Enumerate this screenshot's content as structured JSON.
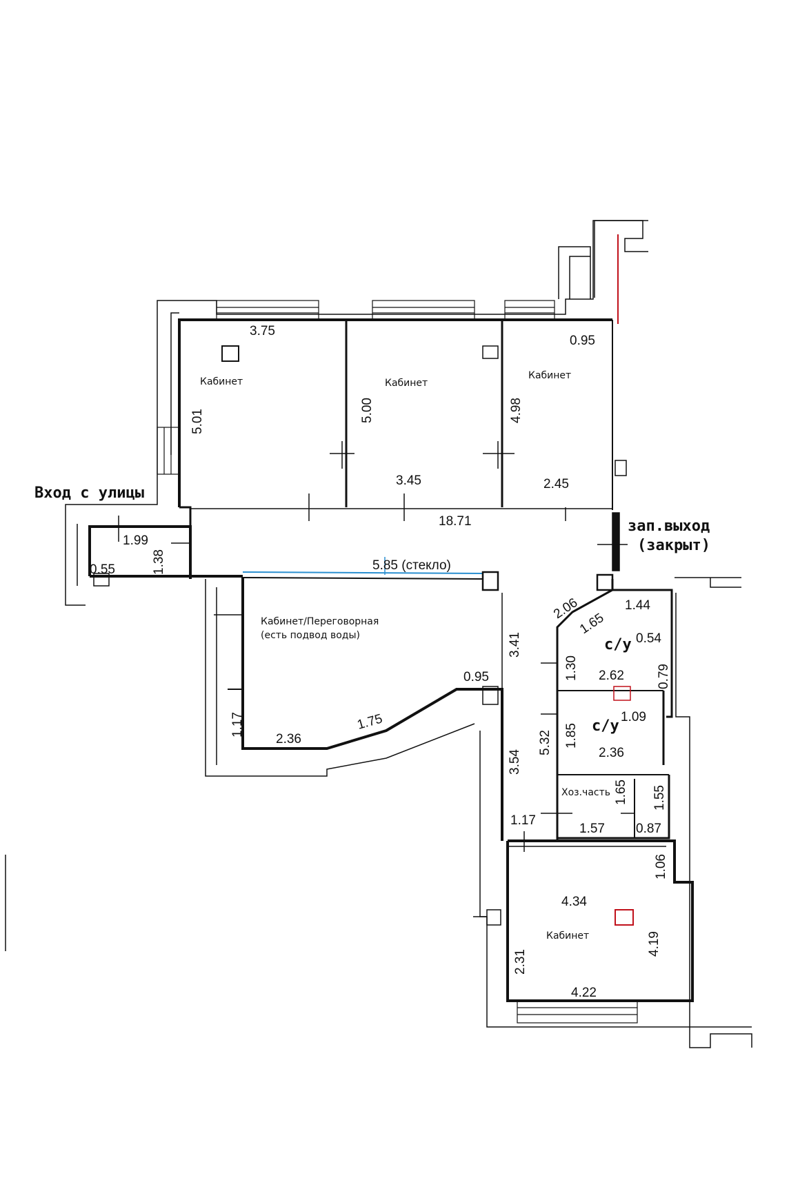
{
  "annotations": {
    "entrance": "Вход с улицы",
    "emergency_exit_1": "зап.выход",
    "emergency_exit_2": "(закрыт)"
  },
  "rooms": {
    "office_1": "Кабинет",
    "office_2": "Кабинет",
    "office_3": "Кабинет",
    "meeting_1": "Кабинет/Переговорная",
    "meeting_2": "(есть подвод воды)",
    "wc_1": "с/у",
    "wc_2": "с/у",
    "utility": "Хоз.часть",
    "office_4": "Кабинет"
  },
  "dimensions": {
    "d_3_75": "3.75",
    "d_5_01": "5.01",
    "d_5_00": "5.00",
    "d_4_98": "4.98",
    "d_0_95_top": "0.95",
    "d_3_45": "3.45",
    "d_2_45": "2.45",
    "d_18_71": "18.71",
    "d_1_99": "1.99",
    "d_1_38": "1.38",
    "d_0_55": "0.55",
    "d_5_85": "5.85 (стекло)",
    "d_3_41": "3.41",
    "d_0_95_mid": "0.95",
    "d_1_17_left": "1.17",
    "d_2_36_left": "2.36",
    "d_1_75": "1.75",
    "d_2_06": "2.06",
    "d_1_44": "1.44",
    "d_1_65_diag": "1.65",
    "d_0_54": "0.54",
    "d_1_30": "1.30",
    "d_0_79": "0.79",
    "d_2_62": "2.62",
    "d_1_09": "1.09",
    "d_1_85": "1.85",
    "d_5_32": "5.32",
    "d_2_36_right": "2.36",
    "d_3_54": "3.54",
    "d_1_65_util": "1.65",
    "d_1_55": "1.55",
    "d_1_17_right": "1.17",
    "d_1_57": "1.57",
    "d_0_87": "0.87",
    "d_1_06": "1.06",
    "d_4_34": "4.34",
    "d_4_19": "4.19",
    "d_2_31": "2.31",
    "d_4_22": "4.22"
  },
  "colors": {
    "wall": "#111111",
    "glass": "#2a8fd0",
    "accent_red": "#c0101a"
  }
}
